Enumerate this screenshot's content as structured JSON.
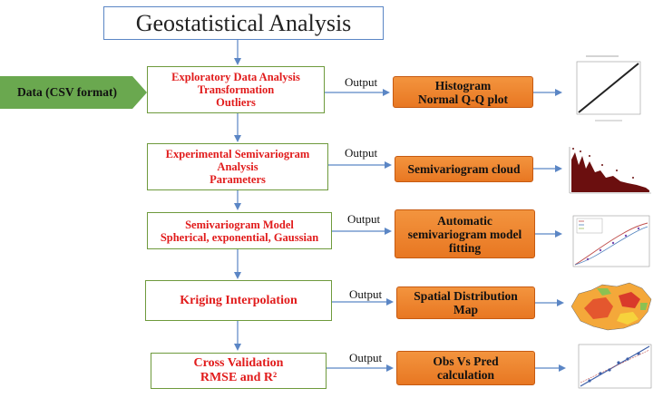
{
  "title": "Geostatistical Analysis",
  "data_label": "Data (CSV format)",
  "output_label": "Output",
  "steps": [
    {
      "lines": [
        "Exploratory Data Analysis",
        "Transformation",
        "Outliers"
      ],
      "result": [
        "Histogram",
        "Normal Q-Q plot"
      ]
    },
    {
      "lines": [
        "Experimental Semivariogram",
        "Analysis",
        "Parameters"
      ],
      "result": [
        "Semivariogram cloud"
      ]
    },
    {
      "lines": [
        "Semivariogram Model",
        "Spherical, exponential, Gaussian"
      ],
      "result": [
        "Automatic",
        "semivariogram model",
        "fitting"
      ]
    },
    {
      "lines": [
        "Kriging Interpolation"
      ],
      "result": [
        "Spatial Distribution",
        "Map"
      ]
    },
    {
      "lines": [
        "Cross Validation",
        "RMSE and R²"
      ],
      "result": [
        "Obs Vs Pred",
        "calculation"
      ]
    }
  ],
  "colors": {
    "arrow": "#5b86c5",
    "green_arrow": "#6aa84f",
    "step_text": "#e11b1b",
    "result_fill": "#f08a2e"
  }
}
